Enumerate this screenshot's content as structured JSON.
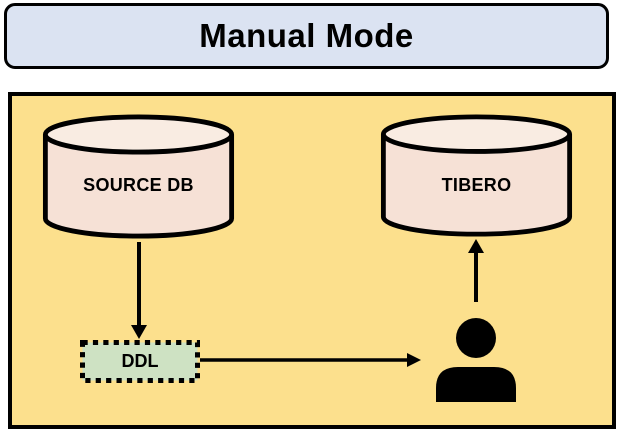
{
  "title": {
    "label": "Manual Mode"
  },
  "diagram": {
    "source_db": {
      "label": "SOURCE DB",
      "shape": "database-cylinder"
    },
    "tibero": {
      "label": "TIBERO",
      "shape": "database-cylinder"
    },
    "ddl": {
      "label": "DDL",
      "shape": "dashed-rectangle"
    },
    "person": {
      "icon": "user-silhouette-icon"
    },
    "arrows": [
      {
        "from": "source-db",
        "to": "ddl",
        "direction": "down"
      },
      {
        "from": "ddl",
        "to": "person",
        "direction": "right"
      },
      {
        "from": "person",
        "to": "tibero",
        "direction": "up"
      }
    ],
    "colors": {
      "panel_background": "#FCE08D",
      "title_background": "#DBE3F2",
      "cylinder_fill": "#F6E1D6",
      "cylinder_top_fill": "#F9ECE2",
      "ddl_fill": "#CEE2C3",
      "stroke": "#000000"
    }
  }
}
